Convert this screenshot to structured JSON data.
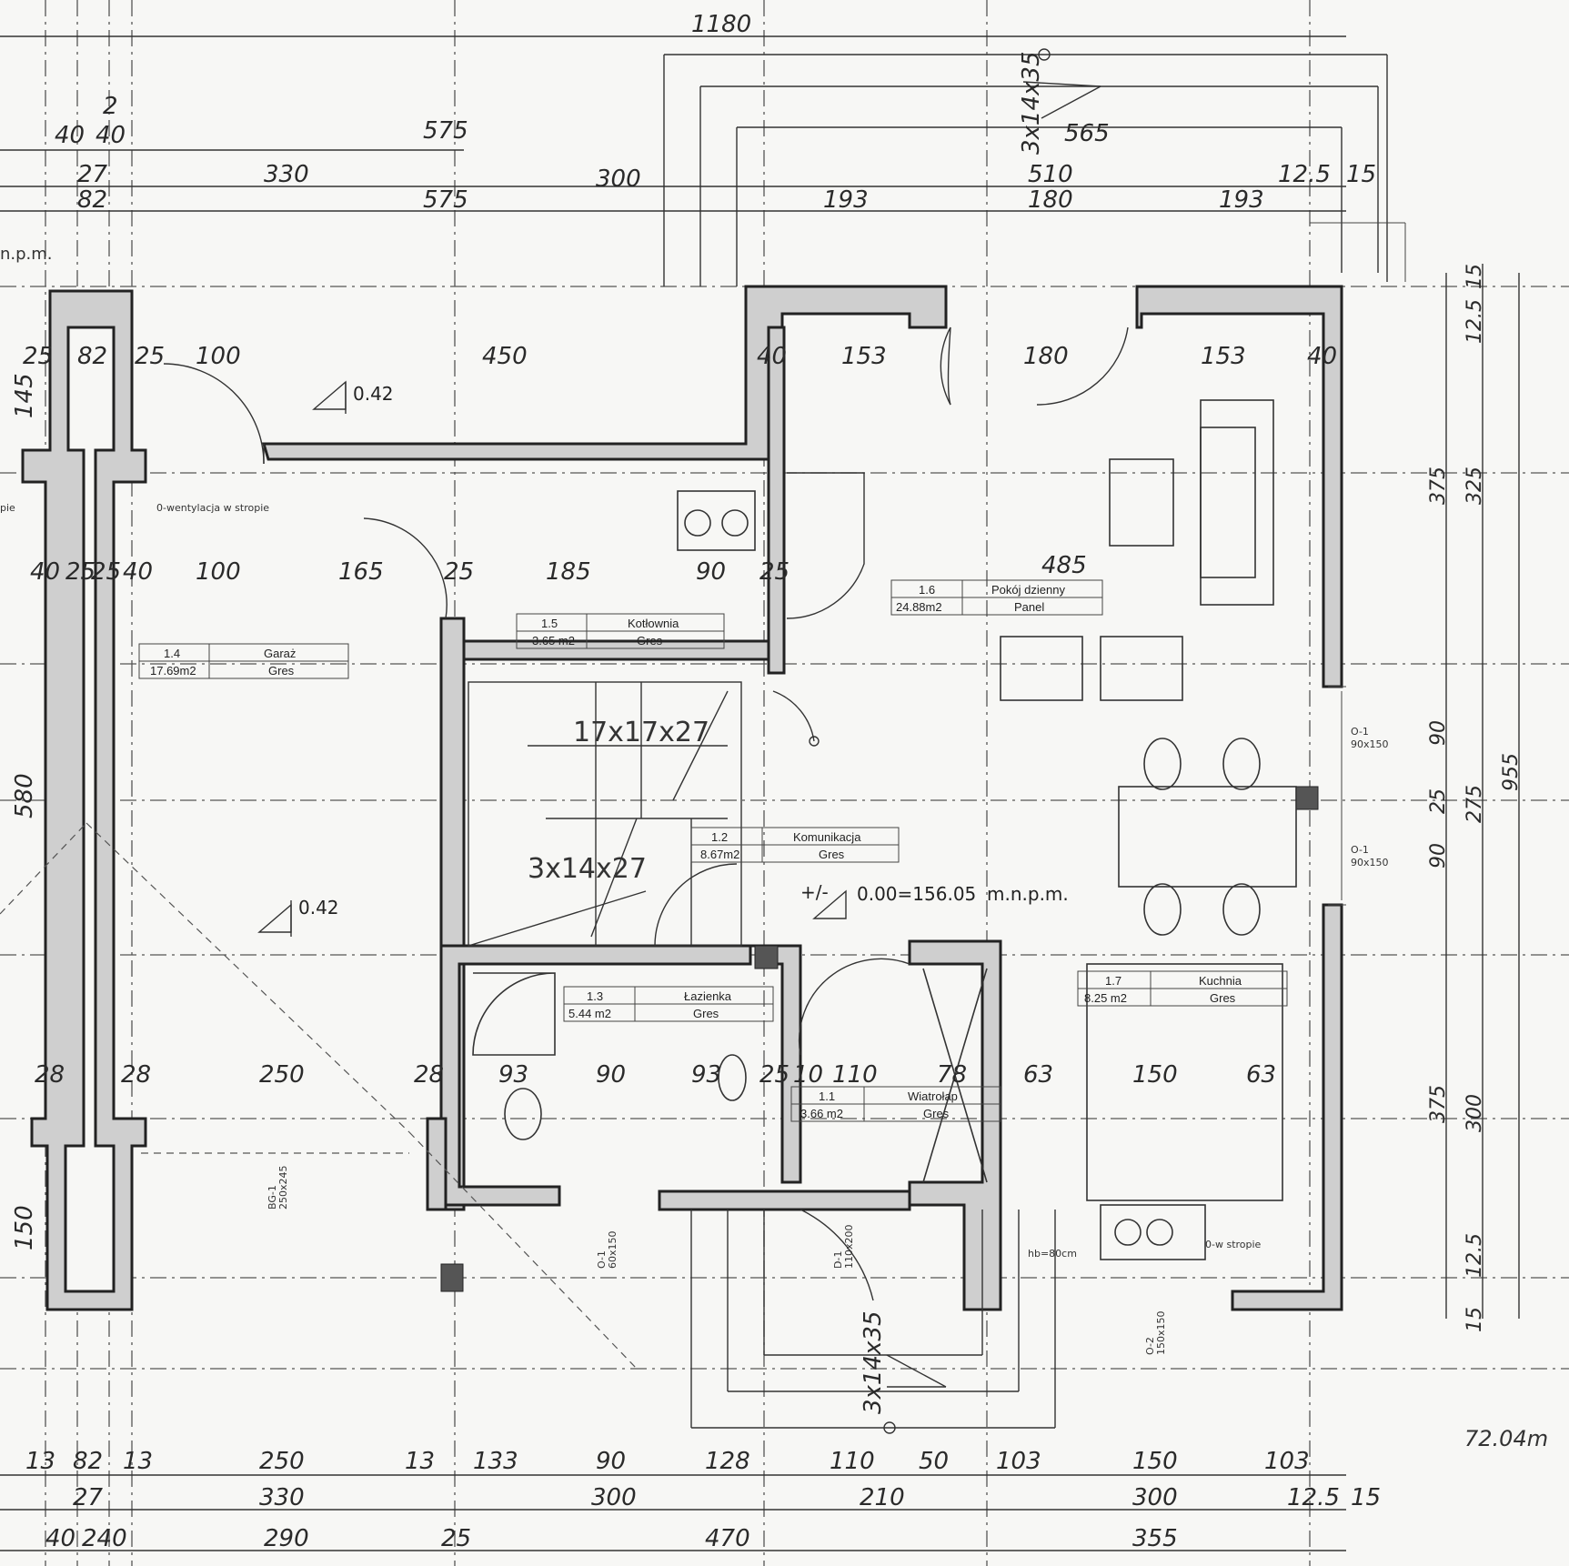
{
  "top_dims": {
    "total": "1180",
    "d575a": "575",
    "d575b": "575",
    "d565": "565",
    "d510": "510",
    "d330": "330",
    "d300": "300",
    "d193a": "193",
    "d180a": "180",
    "d193b": "193",
    "d125": "12.5",
    "d15": "15",
    "d40a": "40",
    "d2": "2",
    "d40b": "40",
    "d27": "27",
    "d82": "82",
    "stair_top": "3x14x35"
  },
  "partial_label": "n.p.m.",
  "room_dims": {
    "r25a": "25",
    "r82": "82",
    "r25b": "25",
    "r100a": "100",
    "r450": "450",
    "r40a": "40",
    "r153a": "153",
    "r180": "180",
    "r153b": "153",
    "r40b": "40",
    "r145": "145",
    "r40c": "40",
    "r25c": "25",
    "r25d": "25",
    "r40d": "40",
    "r100b": "100",
    "r165": "165",
    "r25e": "25",
    "r185": "185",
    "r90a": "90",
    "r25f": "25",
    "r485": "485",
    "r580": "580",
    "r28a": "28",
    "r28b": "28",
    "r250": "250",
    "r28c": "28",
    "r93": "93",
    "r90b": "90",
    "r93b": "93",
    "r25g": "25",
    "r10": "10",
    "r110": "110",
    "r78": "78",
    "r63a": "63",
    "r150a": "150",
    "r63b": "63",
    "r150b": "150"
  },
  "levels": {
    "l1": "0.42",
    "l2": "0.42",
    "l3": "+/-",
    "l3val": "0.00=156.05",
    "l3unit": "m.n.p.m."
  },
  "notes": {
    "vent_left": "pie",
    "vent": "0-wentylacja w stropie",
    "vent_kitchen": "0-w stropie",
    "hb": "hb=80cm",
    "stair_mid": "17x17x27",
    "stair_low": "3x14x27",
    "stair_bottom": "3x14x35",
    "win1": "O-1",
    "win1s": "90x150",
    "win2": "O-1",
    "win2s": "90x150",
    "win3": "O-2",
    "win3s": "150x150",
    "win4": "O-1",
    "win4s": "60x150",
    "door_gar": "BG-1",
    "door_gar_s": "250x245",
    "door_ent": "D-1",
    "door_ent_s": "110x200",
    "area": "72.04m"
  },
  "rooms": {
    "garaz": {
      "no": "1.4",
      "name": "Garaż",
      "area": "17.69m2",
      "floor": "Gres"
    },
    "kotlownia": {
      "no": "1.5",
      "name": "Kotłownia",
      "area": "3.65 m2",
      "floor": "Gres"
    },
    "pokoj": {
      "no": "1.6",
      "name": "Pokój dzienny",
      "area": "24.88m2",
      "floor": "Panel"
    },
    "komunikacja": {
      "no": "1.2",
      "name": "Komunikacja",
      "area": "8.67m2",
      "floor": "Gres"
    },
    "lazienka": {
      "no": "1.3",
      "name": "Łazienka",
      "area": "5.44 m2",
      "floor": "Gres"
    },
    "wiatrolap": {
      "no": "1.1",
      "name": "Wiatrołap",
      "area": "3.66 m2",
      "floor": "Gres"
    },
    "kuchnia": {
      "no": "1.7",
      "name": "Kuchnia",
      "area": "8.25 m2",
      "floor": "Gres"
    }
  },
  "right_dims": {
    "v15a": "15",
    "v125a": "12.5",
    "v375a": "375",
    "v325": "325",
    "v90a": "90",
    "v25": "25",
    "v275": "275",
    "v90b": "90",
    "v375b": "375",
    "v300": "300",
    "v125b": "12.5",
    "v15b": "15",
    "v955": "955"
  },
  "left_dims": {
    "l150": "150"
  },
  "bottom_dims": {
    "b13a": "13",
    "b82": "82",
    "b13b": "13",
    "b250": "250",
    "b13c": "13",
    "b133": "133",
    "b90": "90",
    "b128": "128",
    "b110": "110",
    "b50": "50",
    "b103a": "103",
    "b150": "150",
    "b103b": "103",
    "b27": "27",
    "b330": "330",
    "b300a": "300",
    "b210": "210",
    "b300b": "300",
    "b125": "12.5",
    "b15": "15",
    "b40": "40",
    "b240": "240",
    "b290": "290",
    "b25": "25",
    "b470": "470",
    "b355": "355"
  }
}
